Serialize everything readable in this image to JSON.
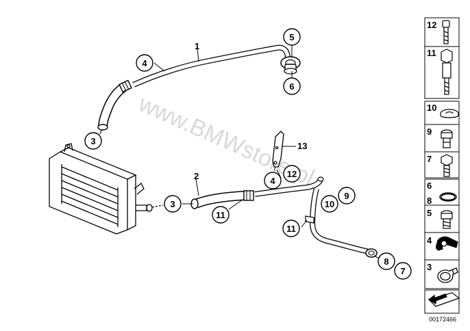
{
  "diagram": {
    "watermark": "www.BMWstore.pl",
    "document_id": "00172466",
    "callouts": [
      "1",
      "2",
      "3",
      "3",
      "4",
      "4",
      "5",
      "6",
      "7",
      "8",
      "9",
      "10",
      "11",
      "11",
      "12",
      "13"
    ],
    "side_panel": [
      "12",
      "11",
      "10",
      "9",
      "7",
      "6",
      "8",
      "5",
      "4",
      "3"
    ]
  }
}
